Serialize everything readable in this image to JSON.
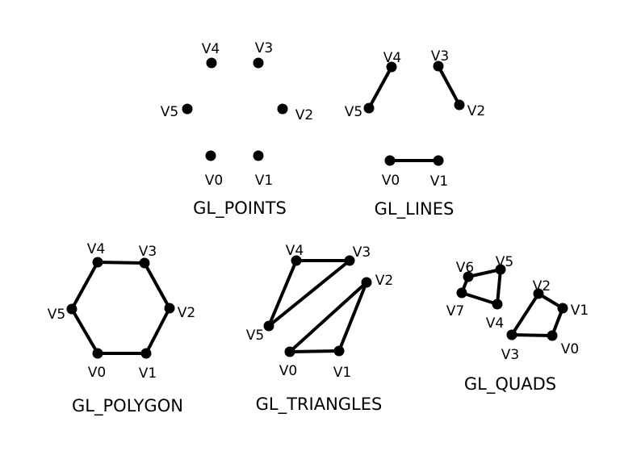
{
  "colors": {
    "ink": "#000000",
    "background": "#ffffff"
  },
  "panels": [
    {
      "id": "points",
      "title": "GL_POINTS",
      "vertices": [
        {
          "label": "V0"
        },
        {
          "label": "V1"
        },
        {
          "label": "V2"
        },
        {
          "label": "V3"
        },
        {
          "label": "V4"
        },
        {
          "label": "V5"
        }
      ],
      "edges": []
    },
    {
      "id": "lines",
      "title": "GL_LINES",
      "vertices": [
        {
          "label": "V0"
        },
        {
          "label": "V1"
        },
        {
          "label": "V2"
        },
        {
          "label": "V3"
        },
        {
          "label": "V4"
        },
        {
          "label": "V5"
        }
      ],
      "edges": [
        [
          0,
          1
        ],
        [
          2,
          3
        ],
        [
          4,
          5
        ]
      ]
    },
    {
      "id": "polygon",
      "title": "GL_POLYGON",
      "vertices": [
        {
          "label": "V0"
        },
        {
          "label": "V1"
        },
        {
          "label": "V2"
        },
        {
          "label": "V3"
        },
        {
          "label": "V4"
        },
        {
          "label": "V5"
        }
      ],
      "edges": [
        [
          0,
          1
        ],
        [
          1,
          2
        ],
        [
          2,
          3
        ],
        [
          3,
          4
        ],
        [
          4,
          5
        ],
        [
          5,
          0
        ]
      ]
    },
    {
      "id": "triangles",
      "title": "GL_TRIANGLES",
      "vertices": [
        {
          "label": "V0"
        },
        {
          "label": "V1"
        },
        {
          "label": "V2"
        },
        {
          "label": "V3"
        },
        {
          "label": "V4"
        },
        {
          "label": "V5"
        }
      ],
      "edges": [
        [
          0,
          1
        ],
        [
          1,
          2
        ],
        [
          2,
          0
        ],
        [
          3,
          4
        ],
        [
          4,
          5
        ],
        [
          5,
          3
        ]
      ]
    },
    {
      "id": "quads",
      "title": "GL_QUADS",
      "vertices": [
        {
          "label": "V0"
        },
        {
          "label": "V1"
        },
        {
          "label": "V2"
        },
        {
          "label": "V3"
        },
        {
          "label": "V4"
        },
        {
          "label": "V5"
        },
        {
          "label": "V6"
        },
        {
          "label": "V7"
        }
      ],
      "edges": [
        [
          0,
          1
        ],
        [
          1,
          2
        ],
        [
          2,
          3
        ],
        [
          3,
          0
        ],
        [
          4,
          5
        ],
        [
          5,
          6
        ],
        [
          6,
          7
        ],
        [
          7,
          4
        ]
      ]
    }
  ]
}
